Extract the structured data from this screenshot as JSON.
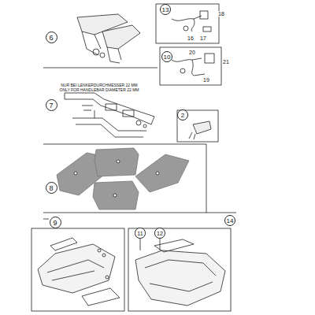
{
  "diagram": {
    "labels": [
      "6",
      "13",
      "18",
      "16",
      "17",
      "10",
      "20",
      "21",
      "19",
      "NUR BEI LENKERDURCHMESSER 22 MM",
      "ONLY FOR HANDLEBAR DIAMETER 22 MM",
      "7",
      "2",
      "8",
      "9",
      "14",
      "11",
      "12"
    ]
  }
}
